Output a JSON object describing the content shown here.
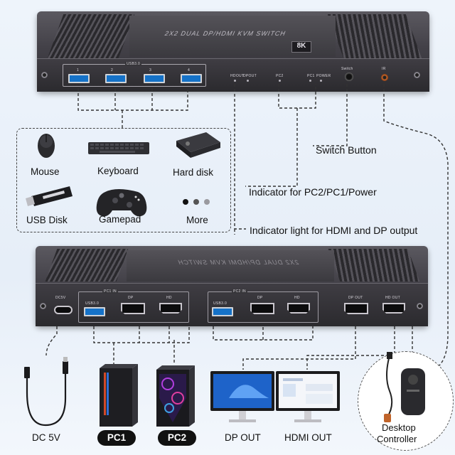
{
  "device_top": {
    "title": "2X2 DUAL DP/HDMI KVM SWITCH",
    "badge": "8K",
    "usb_group_label": "USB3.0",
    "usb_ports": [
      "1",
      "2",
      "3",
      "4"
    ],
    "led_labels": [
      "HDOUT",
      "DPOUT",
      "PC2",
      "PC1",
      "POWER"
    ],
    "switch_label": "Switch",
    "ir_label": "IR"
  },
  "peripherals": {
    "items": [
      {
        "label": "Mouse",
        "icon": "mouse-icon"
      },
      {
        "label": "Keyboard",
        "icon": "keyboard-icon"
      },
      {
        "label": "Hard disk",
        "icon": "hard-disk-icon"
      },
      {
        "label": "USB Disk",
        "icon": "usb-disk-icon"
      },
      {
        "label": "Gamepad",
        "icon": "gamepad-icon"
      },
      {
        "label": "More",
        "icon": "more-dots-icon"
      }
    ]
  },
  "callouts": {
    "switch_button": "Switch Button",
    "indicator_pc": "Indicator for PC2/PC1/Power",
    "indicator_output": "Indicator light for HDMI and DP output"
  },
  "device_bottom": {
    "title": "2X2 DUAL DP/HDMI KVM SWITCH",
    "dc_label": "DC5V",
    "pc1_group": "PC1 IN",
    "pc2_group": "PC2 IN",
    "usb_label": "USB3.0",
    "dp_label": "DP",
    "hd_label": "HD",
    "dp_out_label": "DP OUT",
    "hd_out_label": "HD OUT"
  },
  "bottom_items": {
    "dc": "DC 5V",
    "pc1": "PC1",
    "pc2": "PC2",
    "dp_out": "DP OUT",
    "hdmi_out": "HDMI OUT",
    "desktop_controller_line1": "Desktop",
    "desktop_controller_line2": "Controller"
  },
  "colors": {
    "device_body": "#434148",
    "usb_blue": "#1572c8",
    "accent_orange": "#c0642a",
    "background": "#eef4fb"
  }
}
